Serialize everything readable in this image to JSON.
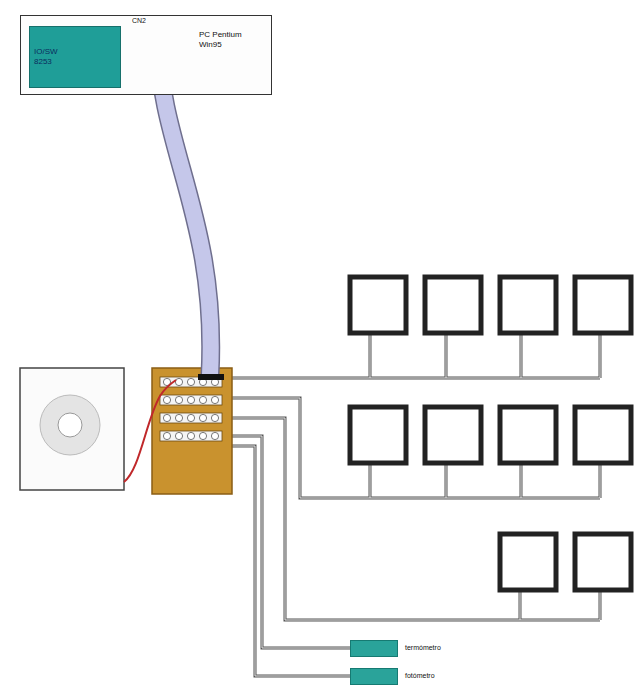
{
  "diagram": {
    "nodes": [
      {
        "text": [
          "PC Pentium Win95"
        ]
      },
      {
        "text": [
          "IO/SW 8253"
        ],
        "in": 0
      },
      {
        "text": [
          "termómetro"
        ]
      },
      {
        "text": [
          "fotómetro"
        ]
      }
    ],
    "labels": [
      "CN2"
    ]
  }
}
